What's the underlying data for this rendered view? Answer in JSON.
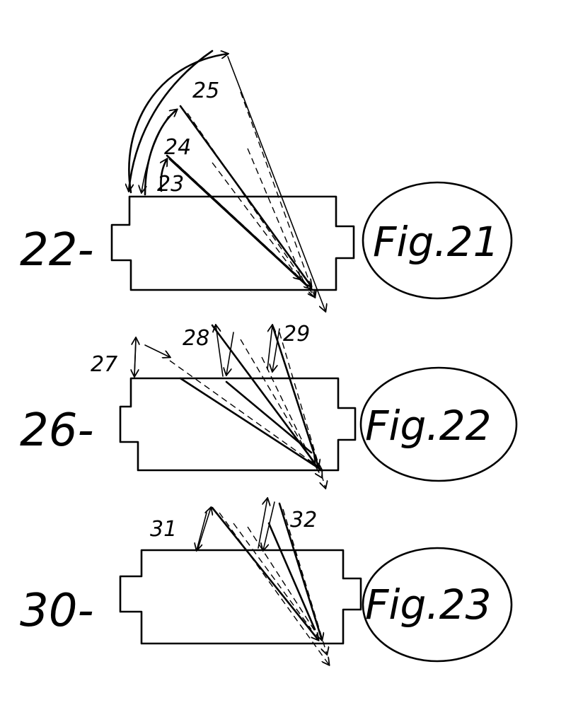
{
  "figures": [
    {
      "figure_label": "Fig.21",
      "part_label": "22-",
      "ray_labels": [
        "23",
        "24",
        "25"
      ]
    },
    {
      "figure_label": "Fig.22",
      "part_label": "26-",
      "ray_labels": [
        "27",
        "28",
        "29"
      ]
    },
    {
      "figure_label": "Fig.23",
      "part_label": "30-",
      "ray_labels": [
        "31",
        "32"
      ]
    }
  ]
}
